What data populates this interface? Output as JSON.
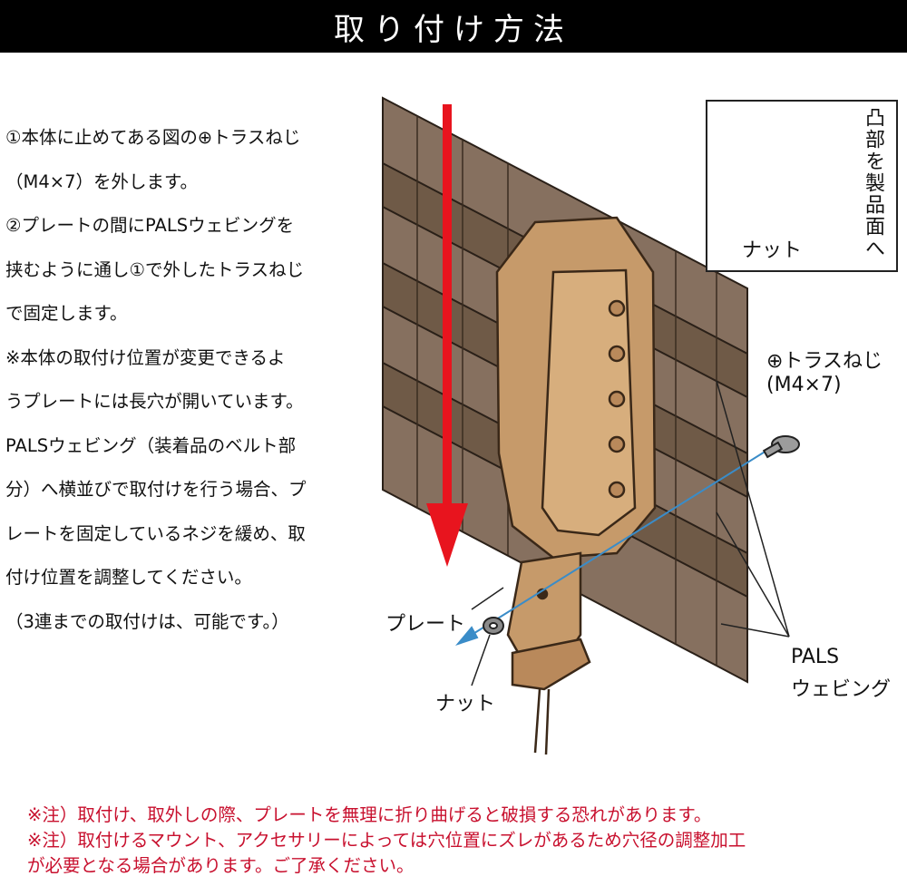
{
  "header": {
    "title": "取り付け方法"
  },
  "instructions": [
    "①本体に止めてある図の⊕トラスねじ",
    "（M4×7）を外します。",
    "②プレートの間にPALSウェビングを",
    "挟むように通し①で外したトラスねじ",
    "で固定します。",
    "※本体の取付け位置が変更できるよ",
    "うプレートには長穴が開いています。",
    "PALSウェビング（装着品のベルト部",
    "分）へ横並びで取付けを行う場合、プ",
    "レートを固定しているネジを緩め、取",
    "付け位置を調整してください。",
    "（3連までの取付けは、可能です。）"
  ],
  "diagram": {
    "inset": {
      "nut_label": "ナット",
      "side_text": "凸部を製品面へ"
    },
    "labels": {
      "screw": "⊕トラスねじ",
      "screw_size": "(M4×7)",
      "plate": "プレート",
      "nut": "ナット",
      "pals_line1": "PALS",
      "pals_line2": "ウェビング"
    }
  },
  "notes": [
    "※注）取付け、取外しの際、プレートを無理に折り曲げると破損する恐れがあります。",
    "※注）取付けるマウント、アクセサリーによっては穴位置にズレがあるため穴径の調整加工",
    "が必要となる場合があります。ご了承ください。"
  ],
  "colors": {
    "header_bg": "#000000",
    "note_text": "#c8102e",
    "arrow_red": "#e8141e",
    "panel_fabric": "#86705f",
    "webbing": "#6f5a47",
    "holster_tan": "#c69a6a",
    "axis_blue": "#3a8cc8"
  }
}
